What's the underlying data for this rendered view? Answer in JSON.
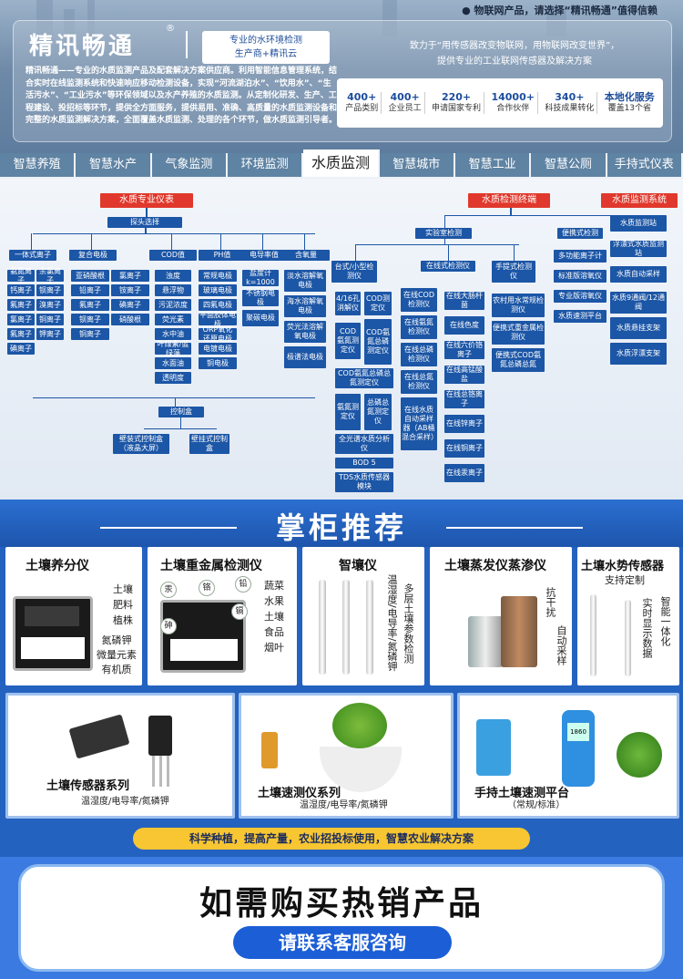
{
  "header": {
    "top_note_prefix": "● 物联网产品，请选择",
    "top_note_brand": "“精讯畅通”",
    "top_note_suffix": "值得信赖",
    "brand": "精讯畅通",
    "brand_reg": "®",
    "tag_line1": "专业的水环境检测",
    "tag_line2": "生产商+精讯云",
    "slogan_line1": "致力于“用传感器改变物联网，用物联网改变世界”，",
    "slogan_line2": "提供专业的工业联网传感器及解决方案",
    "intro": "精讯畅通——专业的水质监测产品及配套解决方案供应商。利用智能信息管理系统，结合实时在线监测系统和快速响应移动检测设备，实现“河流湖泊水”、“饮用水”、“生活污水”、“工业污水”等环保领域以及水产养殖的水质监测。从定制化研发、生产、工程建设、投招标等环节，提供全方面服务，提供易用、准确、高质量的水质监测设备和完整的水质监测解决方案，全面覆盖水质监测、处理的各个环节，做水质监测引导者。",
    "stats": [
      {
        "value": "400+",
        "label": "产品类别"
      },
      {
        "value": "400+",
        "label": "企业员工"
      },
      {
        "value": "220+",
        "label": "申请国家专利"
      },
      {
        "value": "14000+",
        "label": "合作伙伴"
      },
      {
        "value": "340+",
        "label": "科技成果转化"
      },
      {
        "value": "本地化服务",
        "label": "覆盖13个省"
      }
    ]
  },
  "tabs": [
    "智慧养殖",
    "智慧水产",
    "气象监测",
    "环境监测",
    "水质监测",
    "智慧城市",
    "智慧工业",
    "智慧公厕",
    "手持式仪表"
  ],
  "tree": {
    "root1": "水质专业仪表",
    "root2": "水质检测终端",
    "root3": "水质监测系统",
    "probe_title": "探头选择",
    "col_integrated": "一体式离子",
    "col_composite": "复合电极",
    "col_cod": "COD值",
    "col_ph": "PH值",
    "col_cond": "电导率值",
    "col_oxygen": "含氧量",
    "integrated_items": [
      "氨氮离子",
      "余氯离子",
      "钙离子",
      "钡离子",
      "氟离子",
      "溴离子",
      "氯离子",
      "铜离子",
      "氟离子",
      "钾离子",
      "碘离子"
    ],
    "composite_items": [
      "亚硝酸根",
      "氯离子",
      "铅离子",
      "铵离子",
      "氟离子",
      "碘离子",
      "钡离子",
      "硝酸根",
      "铜离子"
    ],
    "cod_items": [
      "浊度",
      "悬浮物",
      "污泥浓度",
      "荧光素",
      "水中油",
      "叶绿素/蓝绿藻",
      "水面油",
      "透明度"
    ],
    "ph_items": [
      "常规电极",
      "玻璃电极",
      "四氟电极",
      "平面胶体电极",
      "ORP氧化还原电极",
      "电镀电极",
      "铜电极"
    ],
    "cond_items": [
      "盐度计k=1000",
      "不锈钢电极",
      "聚碳电极"
    ],
    "oxygen_items": [
      "淡水溶解氧电极",
      "海水溶解氧电极",
      "荧光法溶解氧电极",
      "极谱法电极"
    ],
    "control_box": "控制盒",
    "wall_box": "壁装式控制盒（液晶大屏）",
    "hang_box": "壁挂式控制盒",
    "lab": "实验室检测",
    "portable_lab": "便携式检测",
    "desktop": "台式/小型检测仪",
    "online": "在线式检测仪",
    "handheld": "手提式检测仪",
    "desktop_items": [
      "4/16孔消解仪",
      "COD测定仪",
      "COD氨氮测定仪",
      "COD氨氮总磷测定仪",
      "COD氨氮总磷总氮测定仪",
      "氨氮测定仪",
      "总磷总氮测定仪",
      "全光谱水质分析仪",
      "BOD 5",
      "TDS水质传感器模块"
    ],
    "online_left": [
      "在线COD检测仪",
      "在线氨氮检测仪",
      "在线总磷检测仪",
      "在线总氮检测仪",
      "在线水质自动采样器（AB桶混合采样）"
    ],
    "online_right": [
      "在线大肠杆菌",
      "在线色度",
      "在线六价铬离子",
      "在线高锰酸盐",
      "在线总铬离子",
      "在线锌离子",
      "在线铜离子",
      "在线汞离子"
    ],
    "handheld_items": [
      "农村用水常规检测仪",
      "便携式重金属检测仪",
      "便携式COD氨氮总磷总氮"
    ],
    "portable_items": [
      "多功能离子计",
      "标准版溶氧仪",
      "专业版溶氧仪",
      "水质速测平台"
    ],
    "system_items": [
      "水质监测站",
      "浮漂式水质监测站",
      "水质自动采样",
      "水质9通阀/12通阀",
      "水质悬挂支架",
      "水质浮漂支架"
    ]
  },
  "recommend": {
    "title": "掌柜推荐",
    "cards": [
      {
        "title": "土壤养分仪",
        "items": [
          "土壤",
          "肥料",
          "植株",
          "氮磷钾",
          "微量元素",
          "有机质"
        ]
      },
      {
        "title": "土壤重金属检测仪",
        "circles": [
          "汞",
          "铬",
          "铅",
          "砷",
          "镉"
        ],
        "items": [
          "蔬菜",
          "水果",
          "土壤",
          "食品",
          "烟叶"
        ]
      },
      {
        "title": "智壤仪",
        "vertical": [
          "温湿度/电导率/氮磷钾",
          "多层土壤参数检测"
        ]
      },
      {
        "title": "土壤蒸发仪蒸渗仪",
        "vertical": [
          "自动采样",
          "抗干扰"
        ]
      },
      {
        "title": "土壤水势传感器",
        "subtitle": "支持定制",
        "vertical": [
          "实时显示数据",
          "智能一体化"
        ]
      }
    ],
    "row2": [
      {
        "title": "土壤传感器系列",
        "sub": "温湿度/电导率/氮磷钾"
      },
      {
        "title": "土壤速测仪系列",
        "sub": "温湿度/电导率/氮磷钾"
      },
      {
        "title": "手持土壤速测平台",
        "sub": "（常规/标准）",
        "screen": "1860"
      }
    ],
    "banner": "科学种植，提高产量，农业招投标使用，智慧农业解决方案"
  },
  "contact": {
    "headline": "如需购买热销产品",
    "button": "请联系客服咨询"
  },
  "colors": {
    "node": "#1c56a6",
    "root": "#e0382c",
    "recommend_bg": "#2462c0",
    "banner": "#f7c632"
  }
}
